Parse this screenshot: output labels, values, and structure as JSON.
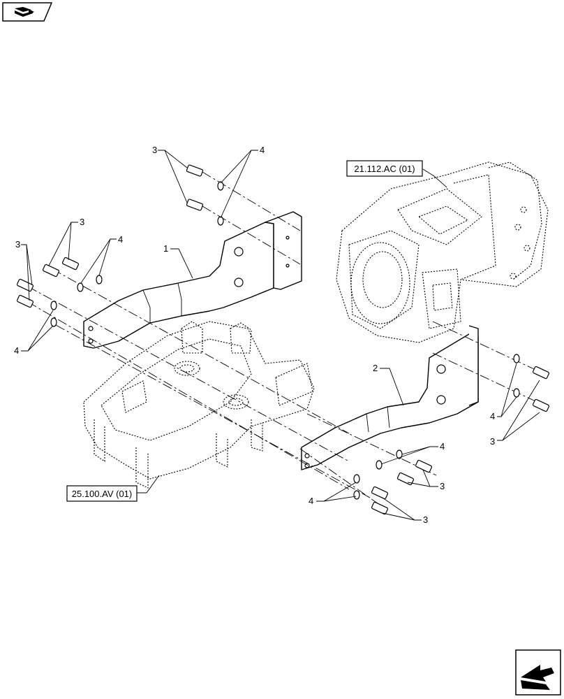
{
  "navigation": {
    "top_icon": "book-arrow-icon",
    "bottom_icon": "next-page-arrow-icon"
  },
  "references": {
    "transmission": "21.112.AC (01)",
    "front_axle_support": "25.100.AV (01)"
  },
  "callouts": {
    "left_bracket": "1",
    "right_bracket": "2",
    "bolt": "3",
    "washer": "4"
  }
}
